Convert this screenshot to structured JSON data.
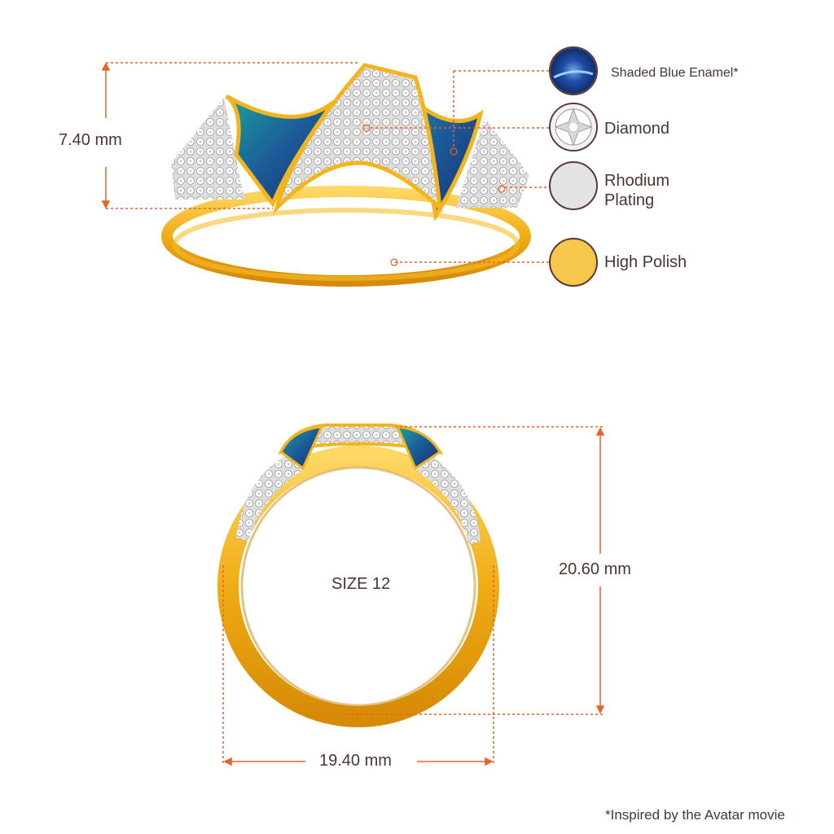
{
  "dimensions": {
    "height_top": "7.40 mm",
    "height_front": "20.60 mm",
    "width_front": "19.40 mm",
    "size": "SIZE 12"
  },
  "legend": [
    {
      "label": "Shaded Blue Enamel*",
      "icon": "blue-enamel-swatch",
      "color": "#1f3f8a"
    },
    {
      "label": "Diamond",
      "icon": "diamond-swatch",
      "color": "#e8e8e8"
    },
    {
      "label": "Rhodium Plating",
      "icon": "rhodium-swatch",
      "color": "#e3e3e3"
    },
    {
      "label": "High Polish",
      "icon": "gold-swatch",
      "color": "#f7c64d"
    }
  ],
  "footnote": "*Inspired by the Avatar movie",
  "colors": {
    "dimension_line": "#e8622a",
    "gold": "#f3b51e",
    "enamel": "#1c4d8a"
  }
}
